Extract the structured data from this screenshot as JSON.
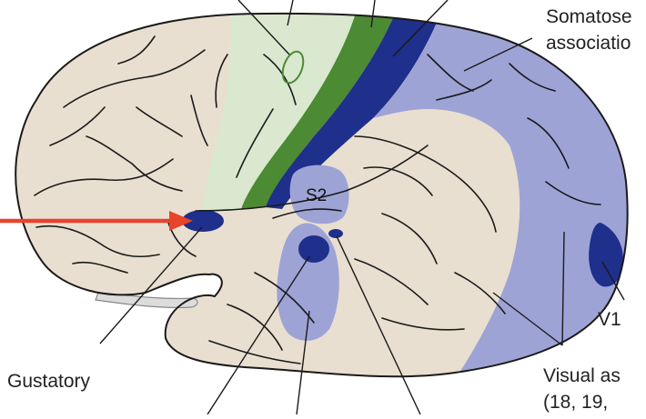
{
  "labels": {
    "somatosensory": "Somatose",
    "association": "associatio",
    "s2": "S2",
    "v1": "V1",
    "gustatory": "Gustatory",
    "visual": "Visual as",
    "visual_areas": "(18, 19, "
  },
  "colors": {
    "brain": "#e9dfd0",
    "motor_light": "#d9e8cf",
    "motor_green": "#4c8a34",
    "s1_dark_blue": "#1e2f8c",
    "assoc_blue": "#9ea3d6",
    "arrow_red": "#e8432c",
    "outline": "#1a1a1a"
  }
}
